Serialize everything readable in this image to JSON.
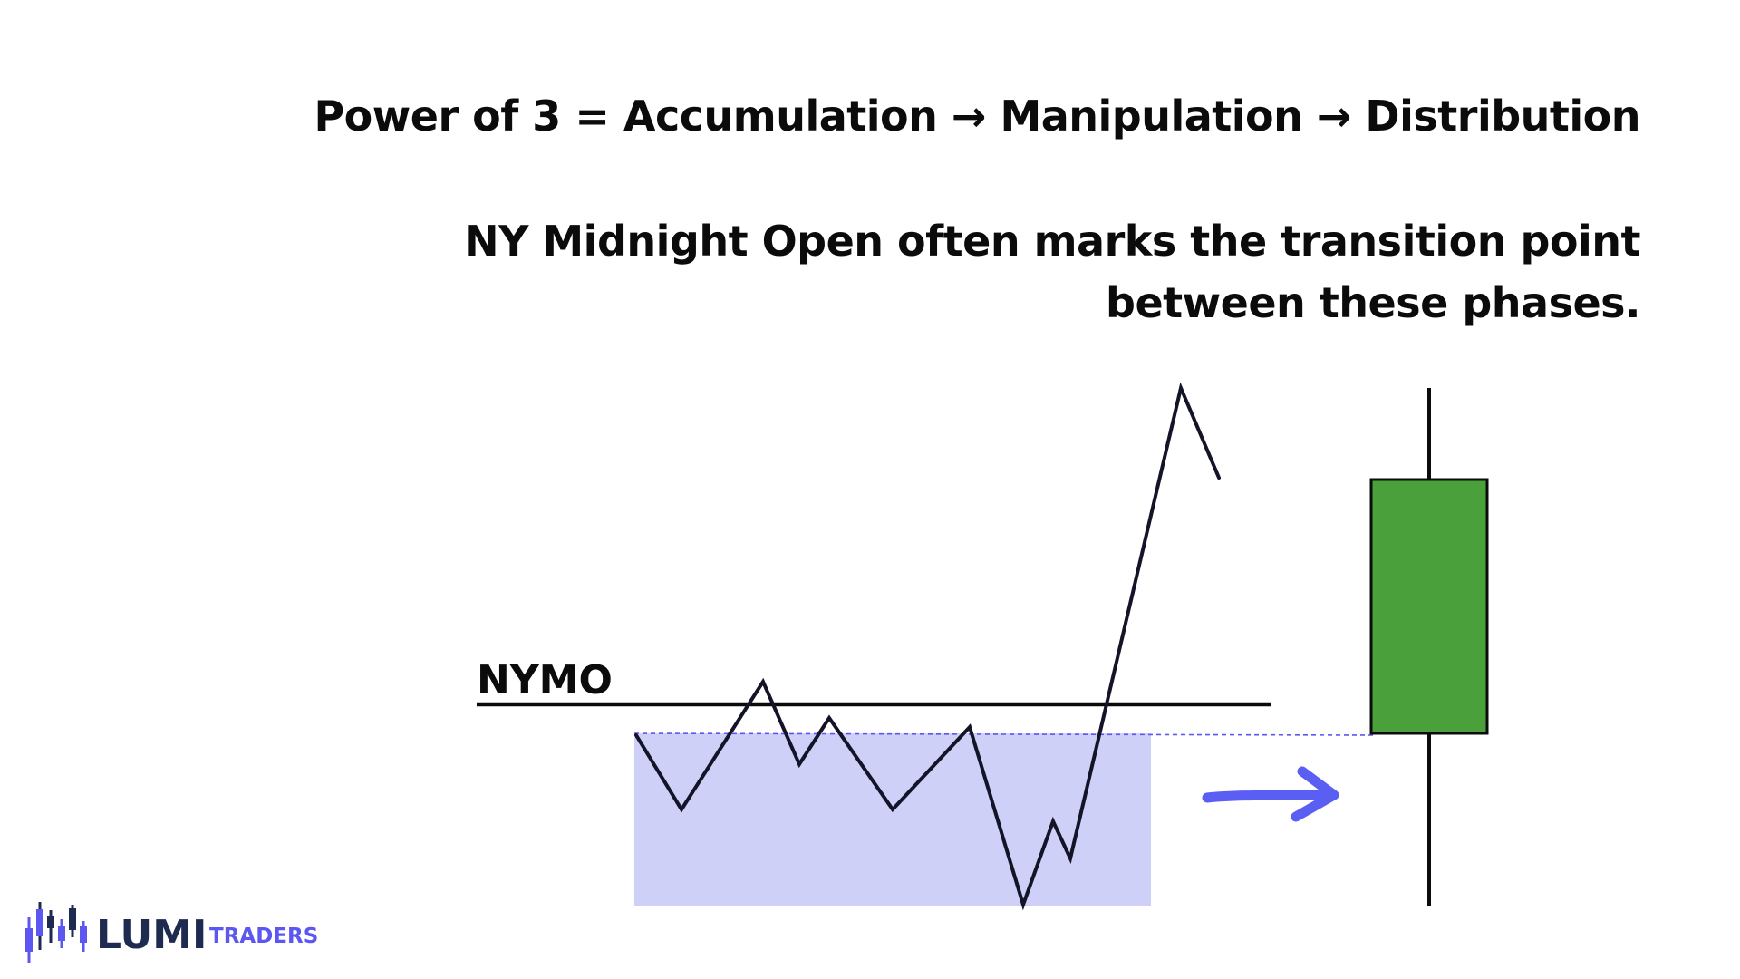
{
  "headline": {
    "title": "Power of 3 = Accumulation → Manipulation → Distribution",
    "subtitle_line1": "NY Midnight Open often marks the transition point",
    "subtitle_line2": "between these phases."
  },
  "diagram": {
    "level_label": "NYMO",
    "colors": {
      "accumulation_zone": "#cfd0f7",
      "price_line": "#141428",
      "nymo_line": "#0b0b0b",
      "dotted_line": "#5b57f0",
      "arrow": "#5b5ef2",
      "candle_body": "#4aa03a",
      "candle_wick": "#0b0b0b"
    },
    "icons": [
      "right-arrow-icon"
    ]
  },
  "logo": {
    "brand": "LUMI",
    "suffix": "TRADERS",
    "icon": "candlestick-logo-icon",
    "colors": {
      "brand": "#1e2a4f",
      "accent": "#5b57f0"
    }
  }
}
